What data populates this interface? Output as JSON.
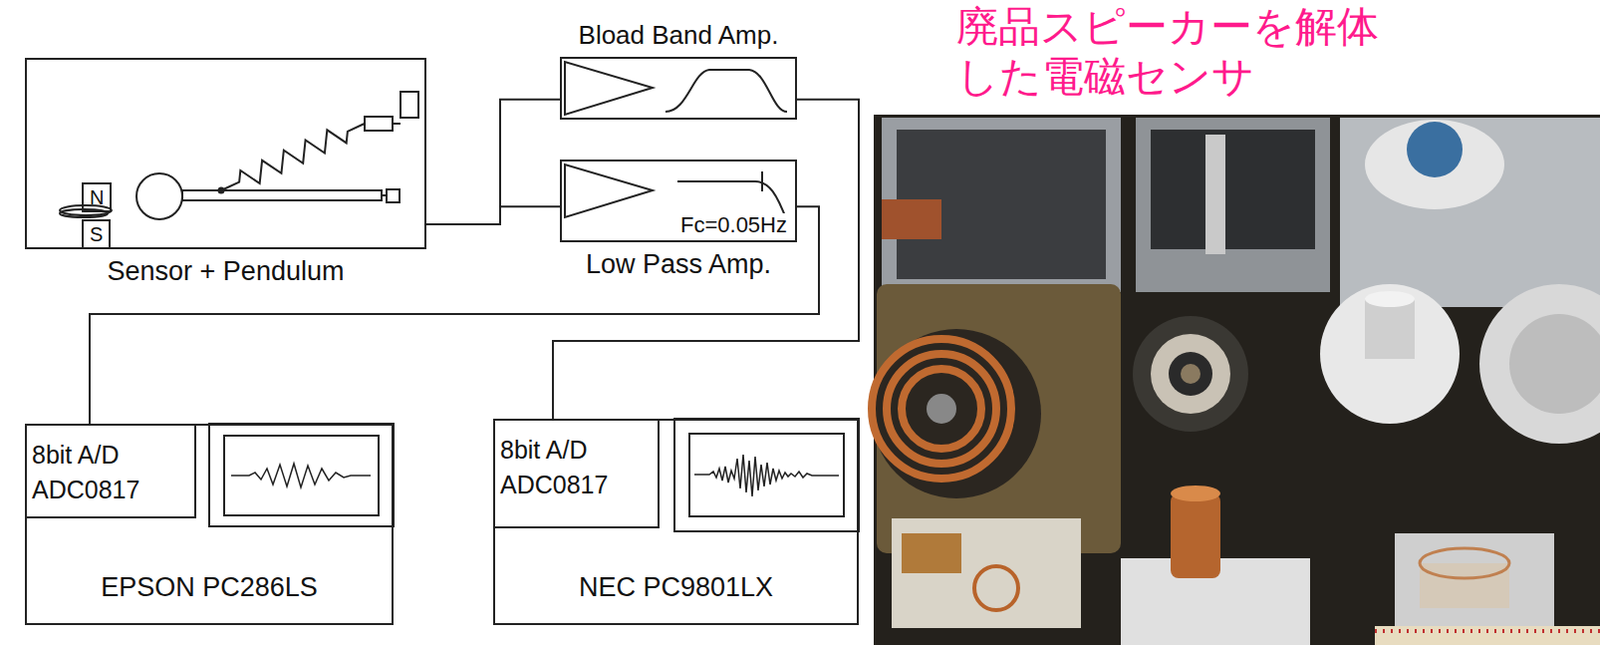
{
  "diagram": {
    "title": "廃品スピーカーを解体 した電磁センサ",
    "nodes": [
      {
        "text": [
          "Sensor + Pendulum"
        ]
      },
      {
        "text": [
          "N"
        ],
        "in": 0
      },
      {
        "text": [
          "S"
        ],
        "in": 0
      },
      {
        "text": [
          "Bload Band Amp."
        ]
      },
      {
        "text": [
          "Fc=0.05Hz",
          "Low Pass Amp."
        ]
      },
      {
        "text": [
          "EPSON PC286LS"
        ]
      },
      {
        "text": [
          "8bit A/D ADC0817"
        ],
        "in": 5
      },
      {
        "text": [
          "NEC PC9801LX"
        ]
      },
      {
        "text": [
          "8bit A/D ADC0817"
        ],
        "in": 7
      }
    ],
    "edges": [
      {
        "from": 0,
        "to": 3,
        "arrow": "none"
      },
      {
        "from": 0,
        "to": 4,
        "arrow": "none"
      },
      {
        "from": 3,
        "to": 8,
        "arrow": "none"
      },
      {
        "from": 4,
        "to": 6,
        "arrow": "none"
      }
    ]
  }
}
